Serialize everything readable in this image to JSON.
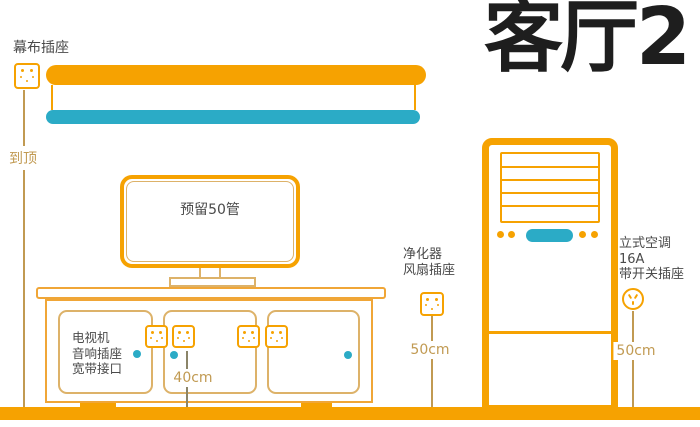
{
  "title": "客厅2",
  "colors": {
    "orange": "#F6A201",
    "teal": "#2BABC6",
    "tan": "#C19A52",
    "olive": "#8B8468",
    "dark": "#4A4A4A",
    "title": "#1E1E1E",
    "door": "#DDB269",
    "frame": "#F0A637"
  },
  "labels": {
    "screen_socket": "幕布插座",
    "to_ceiling": "到顶",
    "tv_reserve": "预留50管",
    "cabinet_lines": [
      "电视机",
      "音响插座",
      "宽带接口"
    ],
    "measure_40": "40cm",
    "purifier_lines": [
      "净化器",
      "风扇插座"
    ],
    "measure_50_left": "50cm",
    "ac_lines": [
      "立式空调",
      "16A",
      "带开关插座"
    ],
    "measure_50_right": "50cm"
  },
  "icons": {
    "wall_socket": "square-5-hole-socket-icon",
    "ac_socket": "round-3-hole-socket-icon",
    "cable_port": "teal-dot",
    "ac_display": "teal-pill"
  }
}
